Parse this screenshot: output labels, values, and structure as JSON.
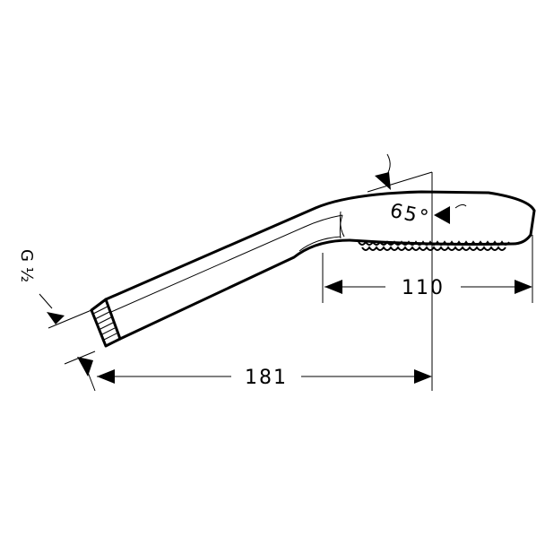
{
  "dimensions": {
    "overall_length": "181",
    "head_length": "110",
    "angle": "65°",
    "thread_size": "G ½"
  }
}
